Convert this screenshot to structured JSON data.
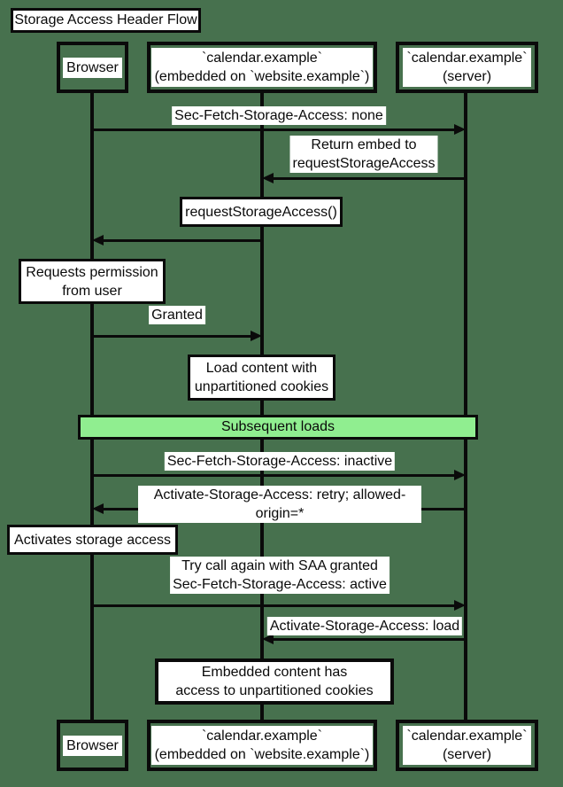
{
  "title": "Storage Access Header Flow",
  "participants": {
    "browser": "Browser",
    "embed": "`calendar.example`\n(embedded on `website.example`)",
    "server": "`calendar.example`\n(server)"
  },
  "messages": {
    "sfsa_none": "Sec-Fetch-Storage-Access: none",
    "return_embed": "Return embed to\nrequestStorageAccess",
    "rsa_call": "requestStorageAccess()",
    "requests_permission": "Requests permission\nfrom user",
    "granted": "Granted",
    "load_content": "Load content with\nunpartitioned cookies",
    "subsequent_loads": "Subsequent loads",
    "sfsa_inactive": "Sec-Fetch-Storage-Access: inactive",
    "asa_retry": "Activate-Storage-Access: retry; allowed-origin=*",
    "activates": "Activates storage access",
    "try_again": "Try call again with SAA granted\nSec-Fetch-Storage-Access: active",
    "asa_load": "Activate-Storage-Access: load",
    "embedded_access": "Embedded content has\naccess to unpartitioned cookies"
  },
  "colors": {
    "background": "#47714e",
    "divider_fill": "#90ee90",
    "stroke": "#0a0a0a",
    "label_background": "#ffffff"
  }
}
